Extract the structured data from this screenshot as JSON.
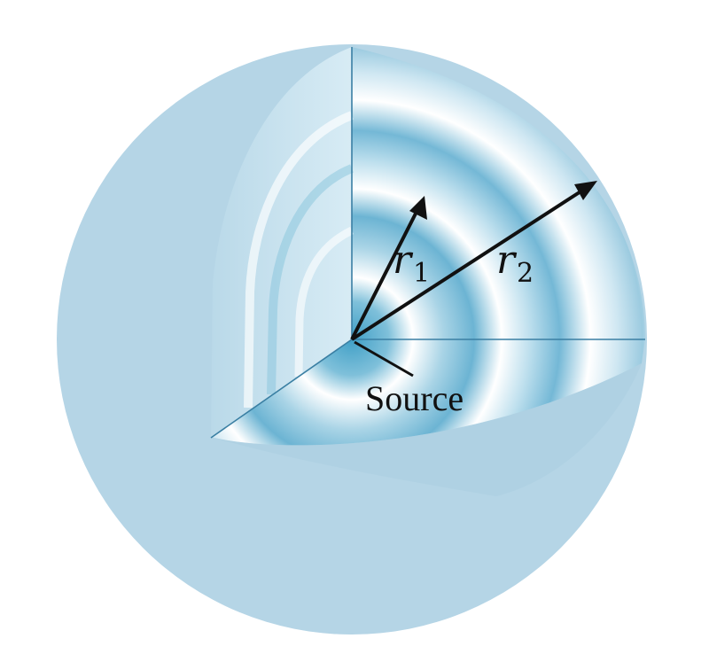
{
  "diagram": {
    "labels": {
      "r1": {
        "symbol": "r",
        "subscript": "1"
      },
      "r2": {
        "symbol": "r",
        "subscript": "2"
      },
      "source": "Source"
    },
    "colors": {
      "sphere_outer": "#b5d5e6",
      "sphere_shadow": "#a9cde0",
      "wave_dark": "#3f9fc6",
      "wave_light": "#ffffff",
      "axis_line": "#3a7fa3",
      "arrow": "#111111"
    }
  }
}
